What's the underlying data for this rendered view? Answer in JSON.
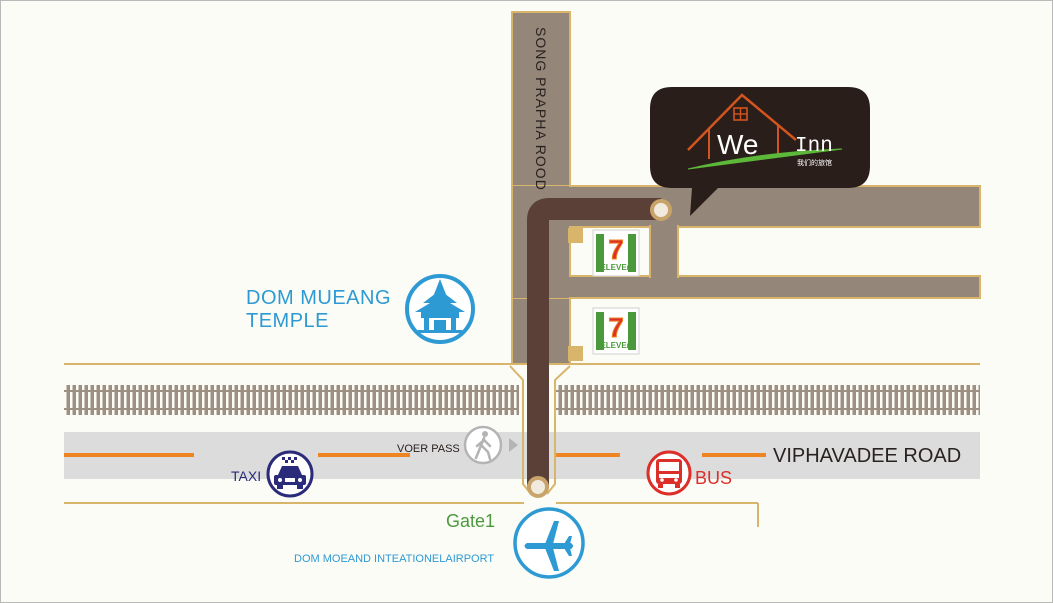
{
  "roads": {
    "song_prapha": "SONG PRAPHA ROOD",
    "viphavadee": "VIPHAVADEE ROAD"
  },
  "hotel": {
    "name_we": "We",
    "name_inn": "Inn",
    "subtitle": "我们的旅馆"
  },
  "store": {
    "brand_number": "7",
    "brand_text": "ELEVEn"
  },
  "landmarks": {
    "temple_line1": "DOM MUEANG",
    "temple_line2": "TEMPLE",
    "taxi": "TAXI",
    "bus": "BUS",
    "overpass": "VOER PASS",
    "gate": "Gate1",
    "airport": "DOM MOEAND INTEATIONELAIRPORT"
  },
  "colors": {
    "background": "#fcfcf7",
    "road": "#948679",
    "route": "#5a4036",
    "outline": "#d9b46b",
    "lane": "#dcdcdc",
    "dash": "#ee8422",
    "blue": "#2e9ad3",
    "navy": "#2a2b7a",
    "red": "#dc2f2a",
    "green": "#4a9a3c",
    "hotel_bg": "#2a1e1a"
  }
}
